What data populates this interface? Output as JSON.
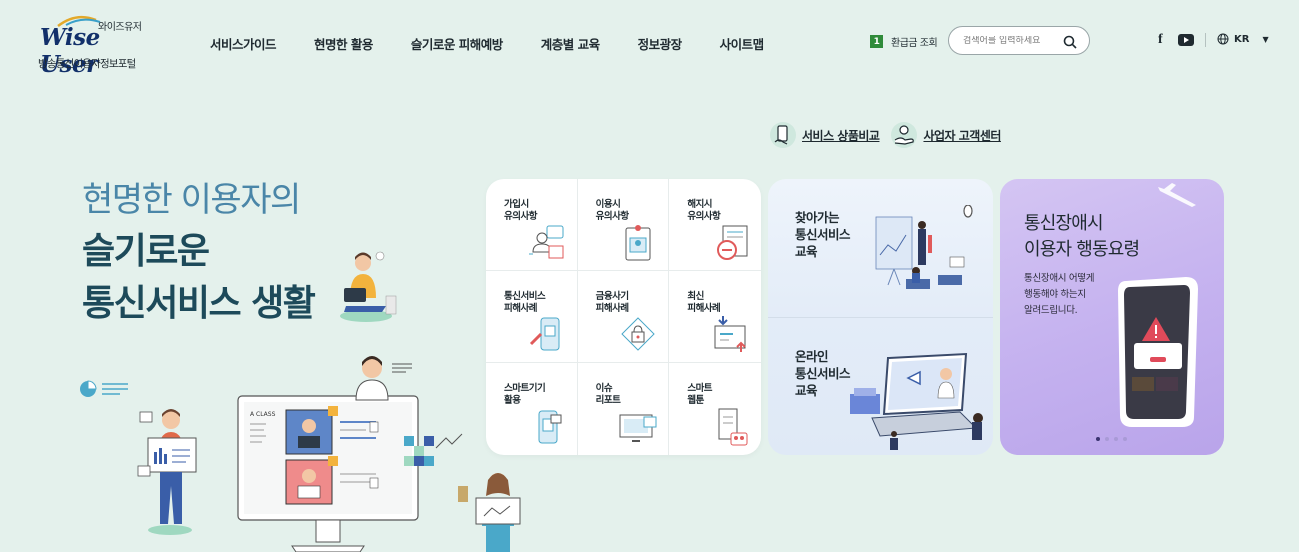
{
  "header": {
    "logo_kr": "와이즈유저",
    "logo_en": "Wise User",
    "logo_sub": "방송통신이용자정보포털",
    "nav": [
      "서비스가이드",
      "현명한 활용",
      "슬기로운 피해예방",
      "계층별 교육",
      "정보광장",
      "사이트맵"
    ],
    "refund_badge": "1",
    "refund_label": "환급금 조회",
    "search_placeholder": "검색어를 입력하세요",
    "lang": "KR"
  },
  "quick_links": [
    {
      "label": "서비스 상품비교",
      "icon": "phone-hand-icon"
    },
    {
      "label": "사업자 고객센터",
      "icon": "support-hand-icon"
    }
  ],
  "hero": {
    "line1": "현명한 이용자의",
    "line2": "슬기로운",
    "line3": "통신서비스 생활"
  },
  "grid_items": [
    {
      "label": "가입시\n유의사항",
      "icon": "signup-caution-icon"
    },
    {
      "label": "이용시\n유의사항",
      "icon": "usage-caution-icon"
    },
    {
      "label": "해지시\n유의사항",
      "icon": "cancel-caution-icon"
    },
    {
      "label": "통신서비스\n피해사례",
      "icon": "telecom-damage-icon"
    },
    {
      "label": "금융사기\n피해사례",
      "icon": "financial-fraud-icon"
    },
    {
      "label": "최신\n피해사례",
      "icon": "latest-damage-icon"
    },
    {
      "label": "스마트기기\n활용",
      "icon": "smart-device-icon"
    },
    {
      "label": "이슈\n리포트",
      "icon": "issue-report-icon"
    },
    {
      "label": "스마트\n웹툰",
      "icon": "smart-webtoon-icon"
    }
  ],
  "education": {
    "visiting": "찾아가는\n통신서비스\n교육",
    "online": "온라인\n통신서비스\n교육"
  },
  "banner": {
    "title": "통신장애시\n이용자 행동요령",
    "desc": "통신장애시 어떻게\n행동해야 하는지\n알려드립니다.",
    "slides": 4,
    "active_slide": 1
  },
  "colors": {
    "background": "#e4f1ec",
    "hero_light": "#4a86a8",
    "hero_dark": "#1d4a5a",
    "banner": "#c4b1ef",
    "refund_badge": "#2f8b3a"
  }
}
